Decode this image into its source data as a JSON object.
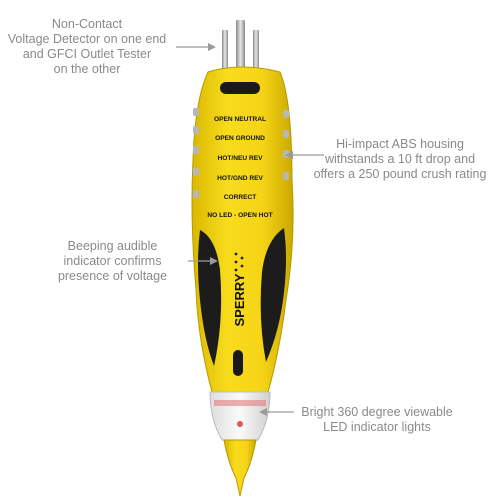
{
  "callouts": {
    "voltage": [
      "Non-Contact",
      "Voltage Detector on one end",
      "and GFCI Outlet Tester",
      "on the other"
    ],
    "housing": [
      "Hi-impact ABS housing",
      "withstands a 10 ft drop and",
      "offers a 250 pound crush rating"
    ],
    "beep": [
      "Beeping audible",
      "indicator confirms",
      "presence of voltage"
    ],
    "led": [
      "Bright 360 degree viewable",
      "LED indicator lights"
    ]
  },
  "device": {
    "brand": "SPERRY",
    "status_labels": [
      "OPEN NEUTRAL",
      "OPEN GROUND",
      "HOT/NEU REV",
      "HOT/GND REV",
      "CORRECT",
      "NO LED - OPEN HOT"
    ]
  },
  "colors": {
    "body_yellow": "#f5d416",
    "grip_black": "#1c1c1c",
    "callout_text": "#8a8a8a",
    "arrow": "#9a9a9a"
  }
}
